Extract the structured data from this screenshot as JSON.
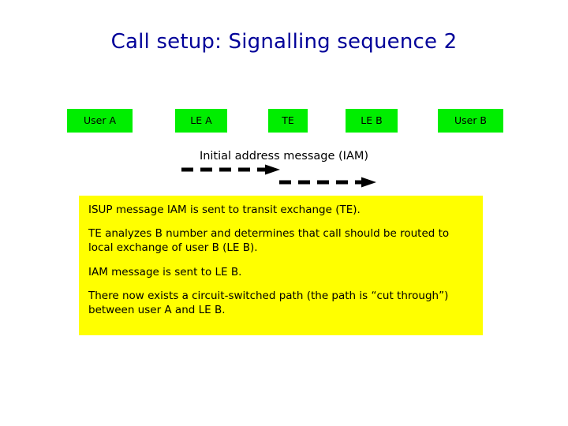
{
  "slide": {
    "title": "Call setup: Signalling sequence 2",
    "title_color": "#000099",
    "background_color": "#ffffff"
  },
  "diagram": {
    "node_fill_color": "#00ee00",
    "node_text_color": "#000000",
    "nodes": [
      {
        "id": "user-a",
        "label": "User A"
      },
      {
        "id": "le-a",
        "label": "LE A"
      },
      {
        "id": "te",
        "label": "TE"
      },
      {
        "id": "le-b",
        "label": "LE B"
      },
      {
        "id": "user-b",
        "label": "User B"
      }
    ],
    "message_label": "Initial address message (IAM)",
    "arrows": [
      {
        "id": "arrow-user-a-to-le-a-te",
        "style": "dashed",
        "direction": "right",
        "head": "solid-triangle"
      },
      {
        "id": "arrow-te-to-le-b",
        "style": "dashed",
        "direction": "right",
        "head": "solid-triangle"
      }
    ]
  },
  "explanation": {
    "background_color": "#ffff00",
    "text_color": "#000000",
    "paragraphs": [
      "ISUP message IAM is sent to transit exchange (TE).",
      "TE analyzes B number and determines that call should be routed to local exchange of user B (LE B).",
      "IAM message is sent to LE B.",
      "There now exists a circuit-switched path (the path is “cut through”) between user A and LE B."
    ]
  }
}
